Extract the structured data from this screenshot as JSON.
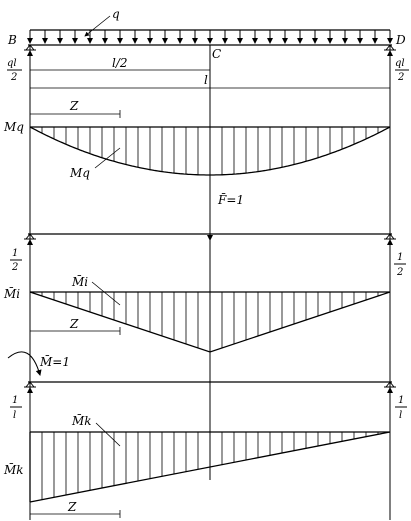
{
  "labels": {
    "q": "q",
    "B": "B",
    "C": "C",
    "D": "D",
    "l_half": "l/2",
    "l": "l",
    "ql2_num": "ql",
    "ql2_den": "2",
    "Mq_axis": "Mq",
    "Mq_curve": "Mq",
    "Z": "Z",
    "F": "F̄=1",
    "half_num": "1",
    "half_den": "2",
    "Mi_axis": "M̄i",
    "Mi_curve": "M̄i",
    "M_moment": "M̄=1",
    "inv_l_num": "1",
    "inv_l_den": "l",
    "Mk_axis": "M̄k",
    "Mk_curve": "M̄k"
  }
}
